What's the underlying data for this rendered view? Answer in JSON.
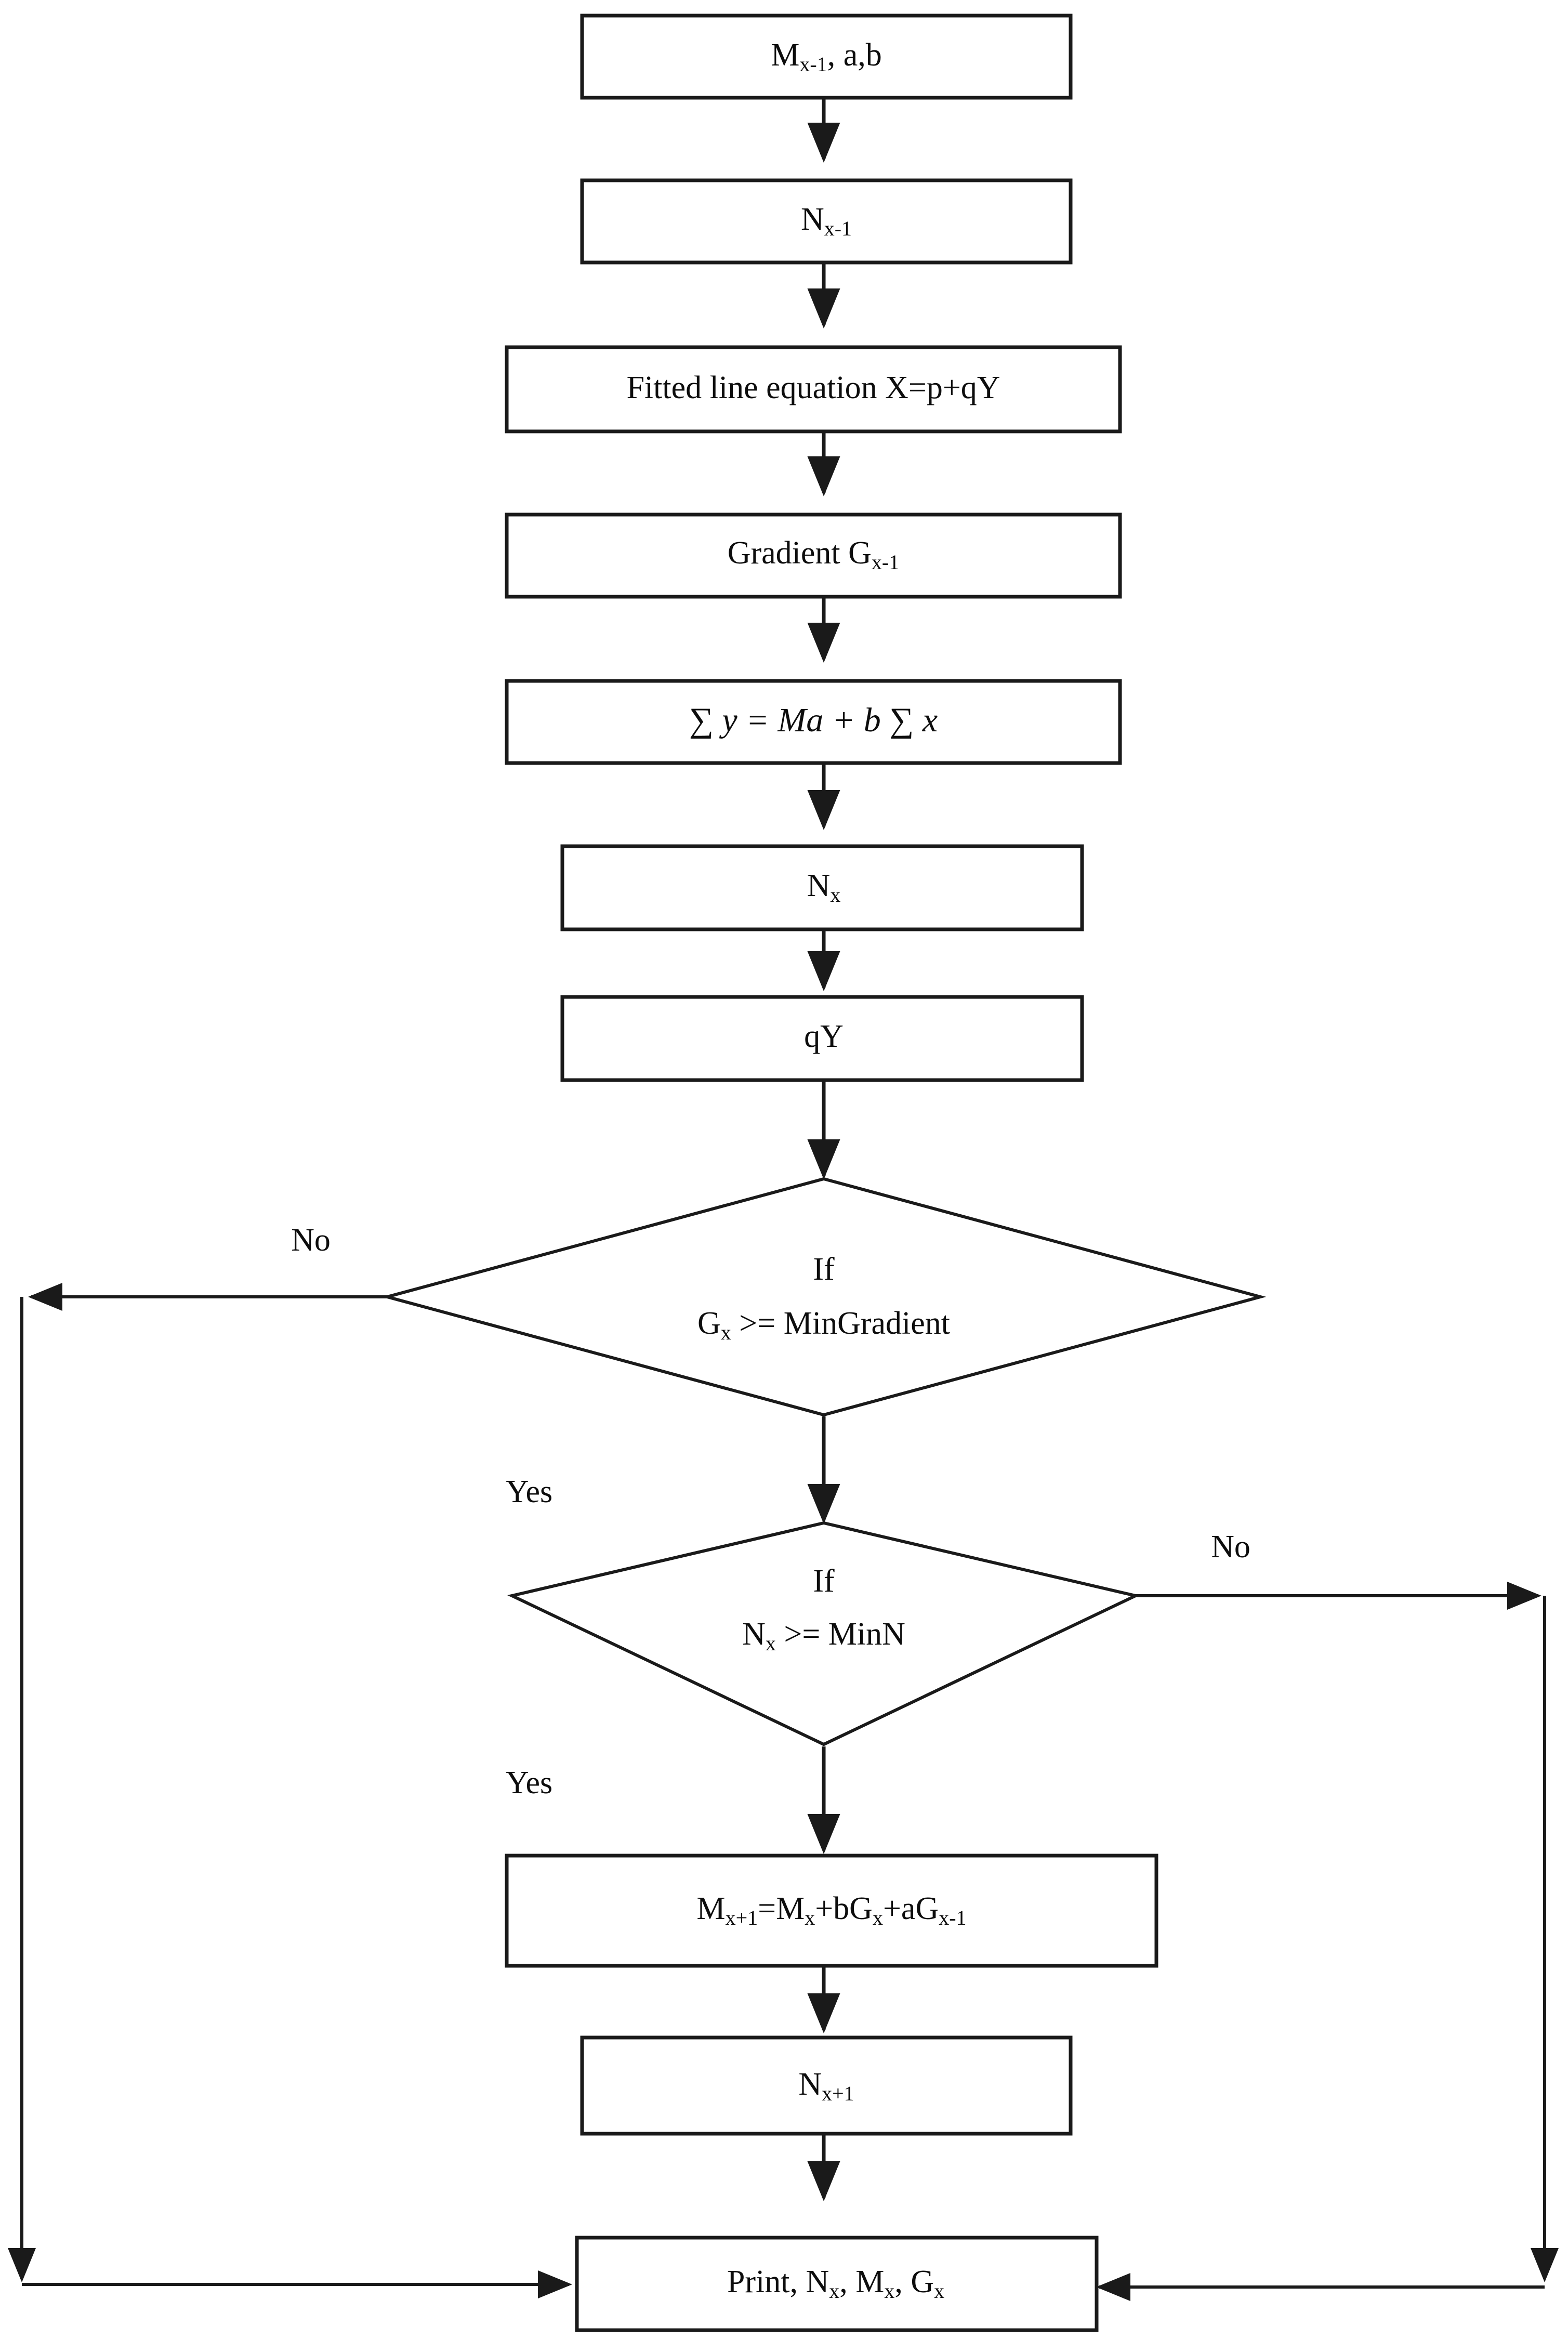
{
  "diagram": {
    "title": "Gradient-based iterative estimation flowchart",
    "type": "flowchart",
    "background_color": "#ffffff",
    "line_color": "#1a1a1a",
    "text_color": "#0d0d0d"
  },
  "nodes": [
    {
      "id": "n1",
      "shape": "process",
      "text": "M",
      "sub": "x-1",
      "tail": ", a,b"
    },
    {
      "id": "n2",
      "shape": "process",
      "text": "N",
      "sub": "x-1",
      "tail": ""
    },
    {
      "id": "n3",
      "shape": "process",
      "text": "Fitted line equation X=p+qY",
      "sub": "",
      "tail": ""
    },
    {
      "id": "n4",
      "shape": "process",
      "text": "Gradient G",
      "sub": "x-1",
      "tail": ""
    },
    {
      "id": "n5",
      "shape": "process",
      "text": "∑ y = Ma + b ∑ x",
      "sub": "",
      "tail": ""
    },
    {
      "id": "n6",
      "shape": "process",
      "text": "N",
      "sub": "x",
      "tail": ""
    },
    {
      "id": "n7",
      "shape": "process",
      "text": "qY",
      "sub": "",
      "tail": ""
    },
    {
      "id": "d1",
      "shape": "decision",
      "line1": "If",
      "text": "G",
      "sub": "x",
      "tail": " >= MinGradient"
    },
    {
      "id": "d2",
      "shape": "decision",
      "line1": "If",
      "text": "N",
      "sub": "x",
      "tail": " >= MinN"
    },
    {
      "id": "n8",
      "shape": "process",
      "text": "M",
      "sub": "x+1",
      "tail": "=Mₓ+bGₓ+aGₓ₋₁"
    },
    {
      "id": "n9",
      "shape": "process",
      "text": "N",
      "sub": "x+1",
      "tail": ""
    },
    {
      "id": "n10",
      "shape": "process",
      "text": "Print, N",
      "sub": "x",
      "tail": ", Mₓ, Gₓ"
    }
  ],
  "labels": {
    "box1": "M",
    "box1_sub": "x-1",
    "box1_tail": ", a,b",
    "box2": "N",
    "box2_sub": "x-1",
    "box3": "Fitted line equation X=p+qY",
    "box4": "Gradient G",
    "box4_sub": "x-1",
    "box5": "∑ y = Ma + b ∑ x",
    "box6": "N",
    "box6_sub": "x",
    "box7": "qY",
    "diamond1_line1": "If",
    "diamond1_a": "G",
    "diamond1_sub": "x",
    "diamond1_b": " >= MinGradient",
    "diamond2_line1": "If",
    "diamond2_a": "N",
    "diamond2_sub": "x",
    "diamond2_b": " >= MinN",
    "box8_a": "M",
    "box8_sub1": "x+1",
    "box8_b": "=M",
    "box8_sub2": "x",
    "box8_c": "+bG",
    "box8_sub3": "x",
    "box8_d": "+aG",
    "box8_sub4": "x-1",
    "box9": "N",
    "box9_sub": "x+1",
    "box10_a": "Print, N",
    "box10_sub1": "x",
    "box10_b": ", M",
    "box10_sub2": "x",
    "box10_c": ", G",
    "box10_sub3": "x"
  },
  "branches": {
    "no_left": "No",
    "yes_first": "Yes",
    "no_right": "No",
    "yes_second": "Yes"
  },
  "edges": [
    {
      "from": "n1",
      "to": "n2",
      "kind": "vertical-arrow"
    },
    {
      "from": "n2",
      "to": "n3",
      "kind": "vertical-arrow"
    },
    {
      "from": "n3",
      "to": "n4",
      "kind": "vertical-arrow"
    },
    {
      "from": "n4",
      "to": "n5",
      "kind": "vertical-arrow"
    },
    {
      "from": "n5",
      "to": "n6",
      "kind": "vertical-arrow"
    },
    {
      "from": "n6",
      "to": "n7",
      "kind": "vertical-arrow"
    },
    {
      "from": "n7",
      "to": "d1",
      "kind": "vertical-arrow"
    },
    {
      "from": "d1",
      "to": "n10",
      "kind": "left-loop",
      "label": "No"
    },
    {
      "from": "d1",
      "to": "d2",
      "kind": "vertical-arrow",
      "label": "Yes"
    },
    {
      "from": "d2",
      "to": "n10",
      "kind": "right-loop",
      "label": "No"
    },
    {
      "from": "d2",
      "to": "n8",
      "kind": "vertical-arrow",
      "label": "Yes"
    },
    {
      "from": "n8",
      "to": "n9",
      "kind": "vertical-arrow"
    },
    {
      "from": "n9",
      "to": "n10",
      "kind": "vertical-arrow"
    }
  ]
}
